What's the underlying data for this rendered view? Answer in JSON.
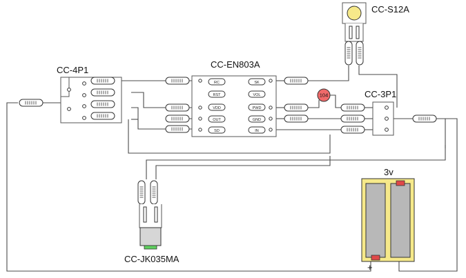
{
  "components": {
    "button": {
      "label": "CC-S12A",
      "color": "#f6e98a"
    },
    "connector_4p": {
      "label": "CC-4P1"
    },
    "module": {
      "label": "CC-EN803A",
      "left_pins": [
        "RC",
        "RST",
        "VDD",
        "OUT",
        "SD"
      ],
      "right_pins": [
        "SK",
        "VOL",
        "PWD",
        "GND",
        "IN"
      ]
    },
    "capacitor": {
      "label": "104",
      "color": "#f06a6a"
    },
    "connector_3p": {
      "label": "CC-3P1"
    },
    "battery": {
      "label": "3v",
      "plus": "+",
      "holder_color": "#f6e98a",
      "cell_color": "#b8b8b8",
      "terminal_color": "#e04848"
    },
    "jack": {
      "label": "CC-JK035MA",
      "tip_color": "#5fd05f"
    }
  },
  "colors": {
    "wire": "#4a4a4a",
    "outline": "#333333"
  }
}
